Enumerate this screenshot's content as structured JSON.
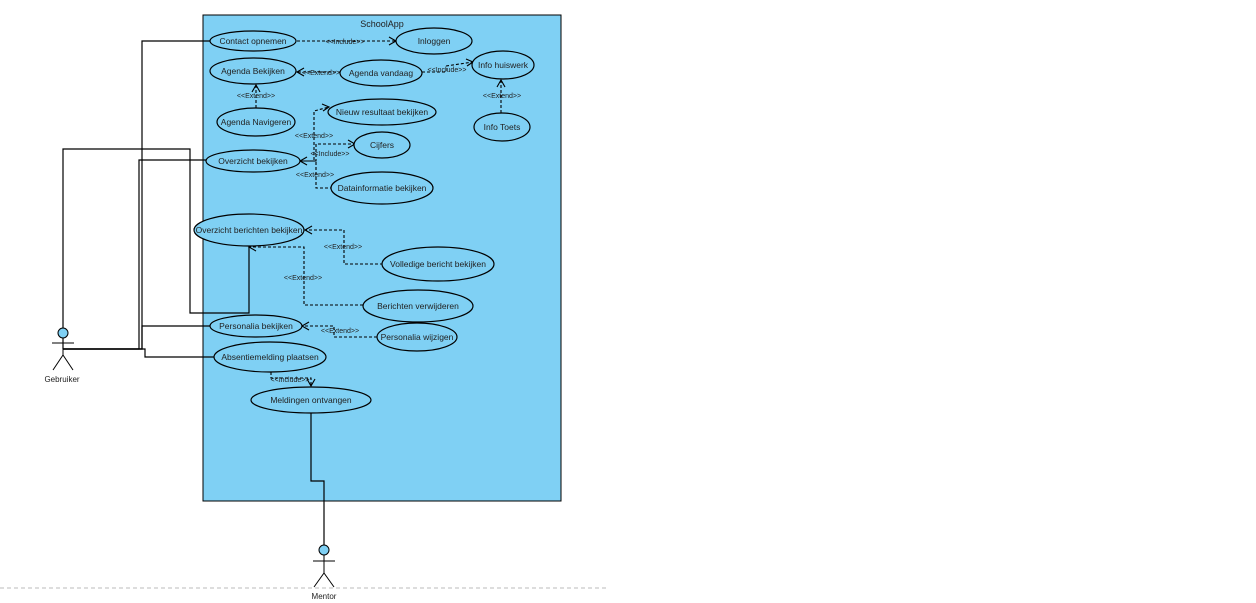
{
  "system": {
    "title": "SchoolApp"
  },
  "actors": {
    "user": "Gebruiker",
    "mentor": "Mentor"
  },
  "use_cases": {
    "contact": "Contact opnemen",
    "inloggen": "Inloggen",
    "agenda_bekijken": "Agenda Bekijken",
    "agenda_vandaag": "Agenda vandaag",
    "info_huiswerk": "Info huiswerk",
    "agenda_navigeren": "Agenda Navigeren",
    "info_toets": "Info Toets",
    "nieuw_resultaat": "Nieuw resultaat bekijken",
    "cijfers": "Cijfers",
    "overzicht": "Overzicht bekijken",
    "datainformatie": "Datainformatie bekijken",
    "overzicht_berichten": "Overzicht berichten bekijken",
    "volledige_bericht": "Volledige bericht bekijken",
    "berichten_verwijderen": "Berichten verwijderen",
    "personalia": "Personalia bekijken",
    "personalia_wijzigen": "Personalia wijzigen",
    "absentiemelding": "Absentiemelding plaatsen",
    "meldingen": "Meldingen ontvangen"
  },
  "relations": {
    "contact_inloggen": "<<Include>>",
    "agenda_extend": "<<Extend>>",
    "agenda_vandaag_include": "<<Include>>",
    "navigeren_extend": "<<Extend>>",
    "toets_extend": "<<Extend>>",
    "resultaat_extend": "<<Extend>>",
    "cijfers_include": "<<Include>>",
    "datainfo_extend": "<<Extend>>",
    "volledig_extend": "<<Extend>>",
    "verwijderen_extend": "<<Extend>>",
    "personalia_extend": "<<Extend>>",
    "meldingen_include": "<<Include>>"
  }
}
